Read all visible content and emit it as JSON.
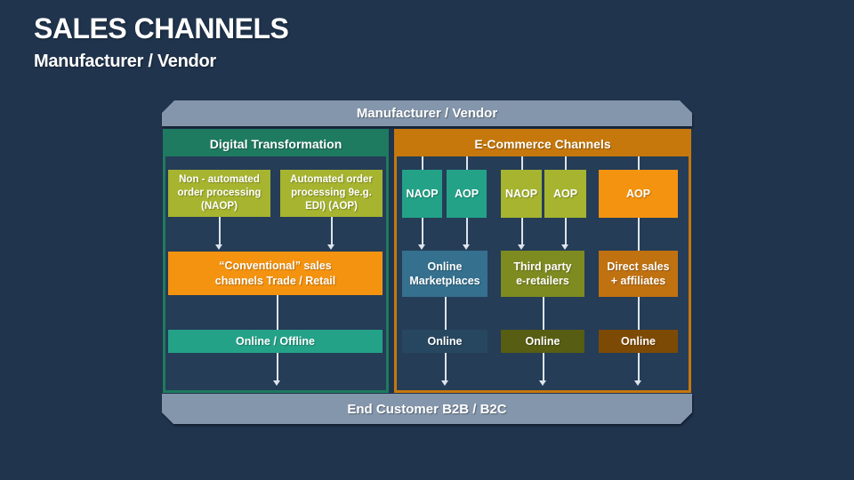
{
  "page": {
    "title": "SALES CHANNELS",
    "subtitle": "Manufacturer / Vendor"
  },
  "diagram": {
    "top_band": "Manufacturer / Vendor",
    "bottom_band": "End Customer B2B / B2C",
    "digital": {
      "header": "Digital Transformation",
      "naop_box": [
        "Non - automated",
        "order processing",
        "(NAOP)"
      ],
      "aop_box": [
        "Automated order",
        "processing 9e.g.",
        "EDI) (AOP)"
      ],
      "conventional_box": [
        "“Conventional” sales",
        "channels Trade / Retail"
      ],
      "online_offline_box": "Online / Offline"
    },
    "ecommerce": {
      "header": "E-Commerce Channels",
      "top_boxes": [
        "NAOP",
        "AOP",
        "NAOP",
        "AOP",
        "AOP"
      ],
      "mid_boxes": [
        [
          "Online",
          "Marketplaces"
        ],
        [
          "Third party",
          "e-retailers"
        ],
        [
          "Direct sales",
          "+ affiliates"
        ]
      ],
      "online_boxes": [
        "Online",
        "Online",
        "Online"
      ]
    }
  },
  "colors": {
    "background": "#20344d",
    "band_slate": "#8496ac",
    "digital_green": "#1e7b60",
    "ecommerce_orange": "#c6780c",
    "lime_green": "#a6b42f",
    "bright_orange": "#f49310",
    "teal": "#24a288",
    "steel_blue": "#35708e",
    "olive": "#7e8b20",
    "burnt_orange": "#c07110",
    "dark_blue": "#274760",
    "dark_olive": "#575d12",
    "dark_brown": "#7d4a06",
    "arrow": "#dde4ec",
    "text": "#ffffff"
  }
}
